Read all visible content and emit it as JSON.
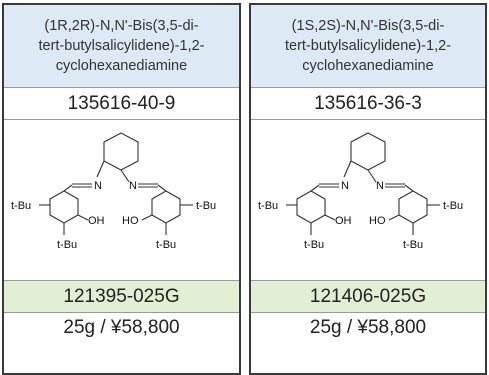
{
  "products": [
    {
      "name_lines": [
        "(1R,2R)-N,N'-Bis(3,5-di-",
        "tert-butylsalicylidene)-1,2-",
        "cyclohexanediamine"
      ],
      "cas": "135616-40-9",
      "structure": {
        "labels": [
          "t-Bu",
          "OH",
          "HO",
          "t-Bu",
          "t-Bu",
          "t-Bu",
          "N",
          "N"
        ],
        "icon": "molecule-structure-icon"
      },
      "catalog": "121395-025G",
      "price": "25g / ¥58,800"
    },
    {
      "name_lines": [
        "(1S,2S)-N,N'-Bis(3,5-di-",
        "tert-butylsalicylidene)-1,2-",
        "cyclohexanediamine"
      ],
      "cas": "135616-36-3",
      "structure": {
        "labels": [
          "t-Bu",
          "OH",
          "HO",
          "t-Bu",
          "t-Bu",
          "t-Bu",
          "N",
          "N"
        ],
        "icon": "molecule-structure-icon"
      },
      "catalog": "121406-025G",
      "price": "25g / ¥58,800"
    }
  ],
  "colors": {
    "name_bg": "#dde9f5",
    "catalog_bg": "#e3efd5",
    "border": "#3a3a3a"
  }
}
